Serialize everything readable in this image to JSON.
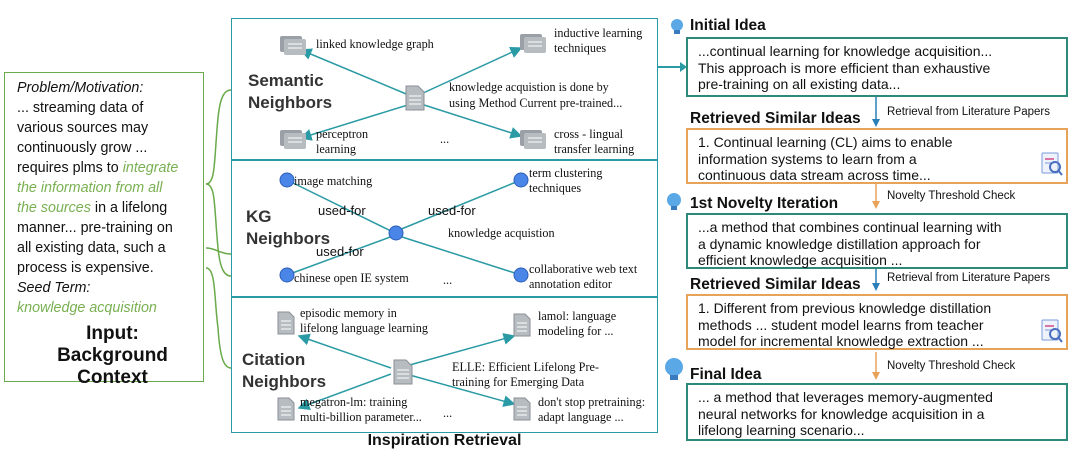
{
  "input": {
    "lines": [
      "Problem/Motivation:",
      "... streaming data of",
      "various sources may",
      "continuously grow ...",
      "requires plms to ",
      "the information from all",
      "in a lifelong",
      "manner... pre-training on",
      "all existing data, such a",
      "process is expensive.",
      "Seed Term:",
      "knowledge acquisition"
    ],
    "highlight": [
      "integrate",
      "the sources"
    ],
    "title": [
      "Input:",
      "Background",
      "Context"
    ]
  },
  "retrieval": {
    "title": "Inspiration Retrieval",
    "semantic": {
      "title": [
        "Semantic",
        "Neighbors"
      ],
      "center": [
        "knowledge acquistion is done by",
        "using Method Current pre-trained..."
      ],
      "nodes": [
        [
          "linked knowledge graph"
        ],
        [
          "inductive learning",
          "techniques"
        ],
        [
          "perceptron",
          "learning"
        ],
        [
          "cross - lingual",
          "transfer learning"
        ]
      ],
      "ellipsis": "..."
    },
    "kg": {
      "title": [
        "KG",
        "Neighbors"
      ],
      "nodes": [
        [
          "image matching"
        ],
        [
          "term clustering",
          "techniques"
        ],
        [
          "chinese open IE system"
        ],
        [
          "collaborative web text",
          "annotation editor"
        ]
      ],
      "center": "knowledge acquistion",
      "edges": [
        "used-for",
        "used-for",
        "used-for"
      ],
      "ellipsis": "..."
    },
    "citation": {
      "title": [
        "Citation",
        "Neighbors"
      ],
      "nodes": [
        [
          "episodic memory in",
          "lifelong language learning"
        ],
        [
          "lamol: language",
          "modeling for ..."
        ],
        [
          "megatron-lm: training",
          "multi-billion parameter..."
        ],
        [
          "don't stop pretraining:",
          "adapt language  ..."
        ]
      ],
      "center": [
        "ELLE: Efficient Lifelong Pre-",
        "training for Emerging Data"
      ],
      "ellipsis": "..."
    }
  },
  "pipeline": {
    "initial_idea": {
      "heading": "Initial Idea",
      "lines": [
        "...continual learning for knowledge acquisition...",
        "This approach is more efficient than exhaustive",
        "pre-training on all existing data..."
      ]
    },
    "retrieved_1": {
      "heading": "Retrieved Similar Ideas",
      "note": "Retrieval from Literature Papers",
      "lines": [
        "1. Continual learning (CL) aims to enable",
        "information systems to learn from a",
        "continuous data stream across time..."
      ]
    },
    "novelty_1": {
      "heading": "1st Novelty Iteration",
      "note": "Novelty Threshold Check",
      "lines": [
        "...a method that combines continual learning with",
        "a dynamic knowledge distillation approach for",
        "efficient knowledge acquisition ..."
      ]
    },
    "retrieved_2": {
      "heading": "Retrieved Similar Ideas",
      "note": "Retrieval from Literature Papers",
      "lines": [
        "1. Different from previous knowledge distillation",
        "methods ... student model learns from teacher",
        "model for incremental knowledge extraction ..."
      ]
    },
    "final_idea": {
      "heading": "Final Idea",
      "note": "Novelty Threshold Check",
      "lines": [
        "... a method that leverages memory-augmented",
        "neural networks for knowledge acquisition in a",
        "lifelong learning scenario..."
      ]
    }
  },
  "colors": {
    "teal": "#2a9aa4",
    "green": "#79b052",
    "orange": "#e8a35a",
    "node_blue": "#4a86e8"
  }
}
